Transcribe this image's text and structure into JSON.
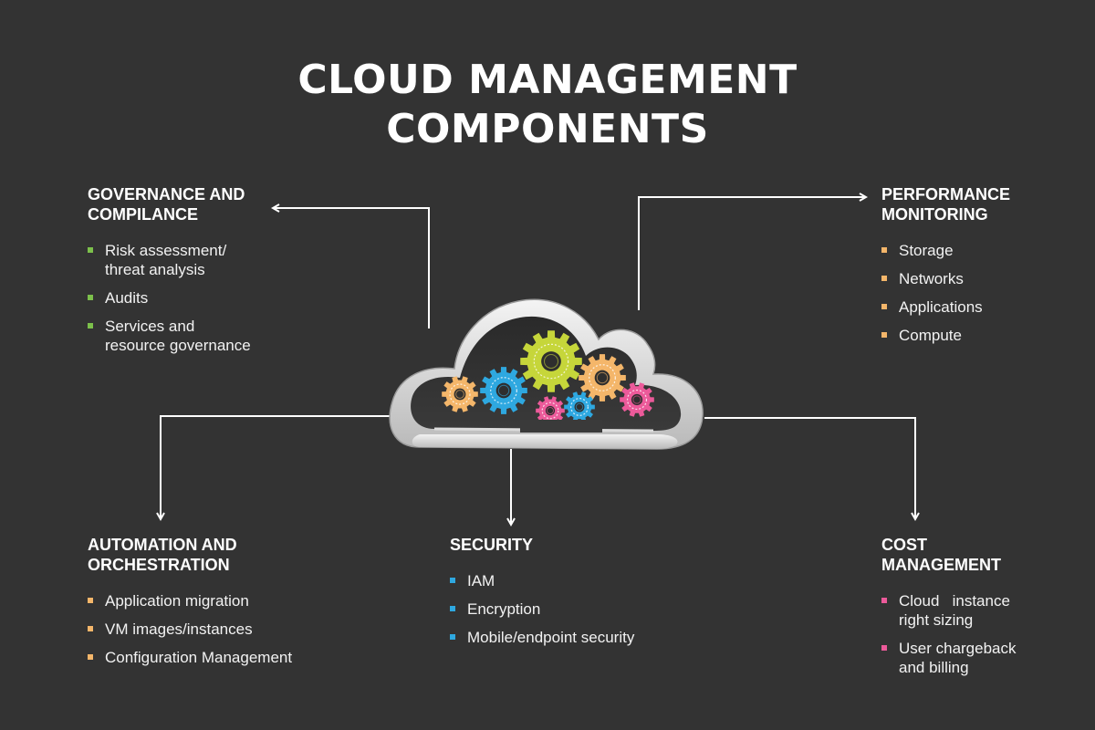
{
  "title": {
    "line1": "CLOUD MANAGEMENT",
    "line2": "COMPONENTS"
  },
  "colors": {
    "background": "#333333",
    "green": "#7cc04b",
    "orange": "#f4b66a",
    "blue": "#2ea8e0",
    "pink": "#ec5a9a"
  },
  "sections": {
    "governance": {
      "heading_line1": "GOVERNANCE AND",
      "heading_line2": "COMPILANCE",
      "bullet_color": "#7cc04b",
      "items": [
        {
          "line1": "Risk assessment/",
          "line2": "threat analysis"
        },
        {
          "line1": "Audits",
          "line2": ""
        },
        {
          "line1": "Services and",
          "line2": "resource governance"
        }
      ]
    },
    "performance": {
      "heading_line1": "PERFORMANCE",
      "heading_line2": "MONITORING",
      "bullet_color": "#f4b66a",
      "items": [
        {
          "line1": "Storage",
          "line2": ""
        },
        {
          "line1": "Networks",
          "line2": ""
        },
        {
          "line1": "Applications",
          "line2": ""
        },
        {
          "line1": "Compute",
          "line2": ""
        }
      ]
    },
    "automation": {
      "heading_line1": "AUTOMATION AND",
      "heading_line2": "ORCHESTRATION",
      "bullet_color": "#f4b66a",
      "items": [
        {
          "line1": "Application migration",
          "line2": ""
        },
        {
          "line1": "VM images/instances",
          "line2": ""
        },
        {
          "line1": "Configuration Management",
          "line2": ""
        }
      ]
    },
    "security": {
      "heading_line1": "SECURITY",
      "heading_line2": "",
      "bullet_color": "#2ea8e0",
      "items": [
        {
          "line1": "IAM",
          "line2": ""
        },
        {
          "line1": "Encryption",
          "line2": ""
        },
        {
          "line1": "Mobile/endpoint security",
          "line2": ""
        }
      ]
    },
    "cost": {
      "heading_line1": "COST",
      "heading_line2": "MANAGEMENT",
      "bullet_color": "#ec5a9a",
      "items": [
        {
          "line1": "Cloud   instance",
          "line2": "right sizing"
        },
        {
          "line1": "User chargeback",
          "line2": "and billing"
        }
      ]
    }
  },
  "cloud": {
    "icon": "cloud-icon",
    "gears": [
      {
        "icon": "gear-icon",
        "color": "#f4b66a"
      },
      {
        "icon": "gear-icon",
        "color": "#2ea8e0"
      },
      {
        "icon": "gear-icon",
        "color": "#c6d63a"
      },
      {
        "icon": "gear-icon",
        "color": "#f4b66a"
      },
      {
        "icon": "gear-icon",
        "color": "#ec5a9a"
      },
      {
        "icon": "gear-icon",
        "color": "#ec5a9a"
      },
      {
        "icon": "gear-icon",
        "color": "#2ea8e0"
      }
    ]
  }
}
